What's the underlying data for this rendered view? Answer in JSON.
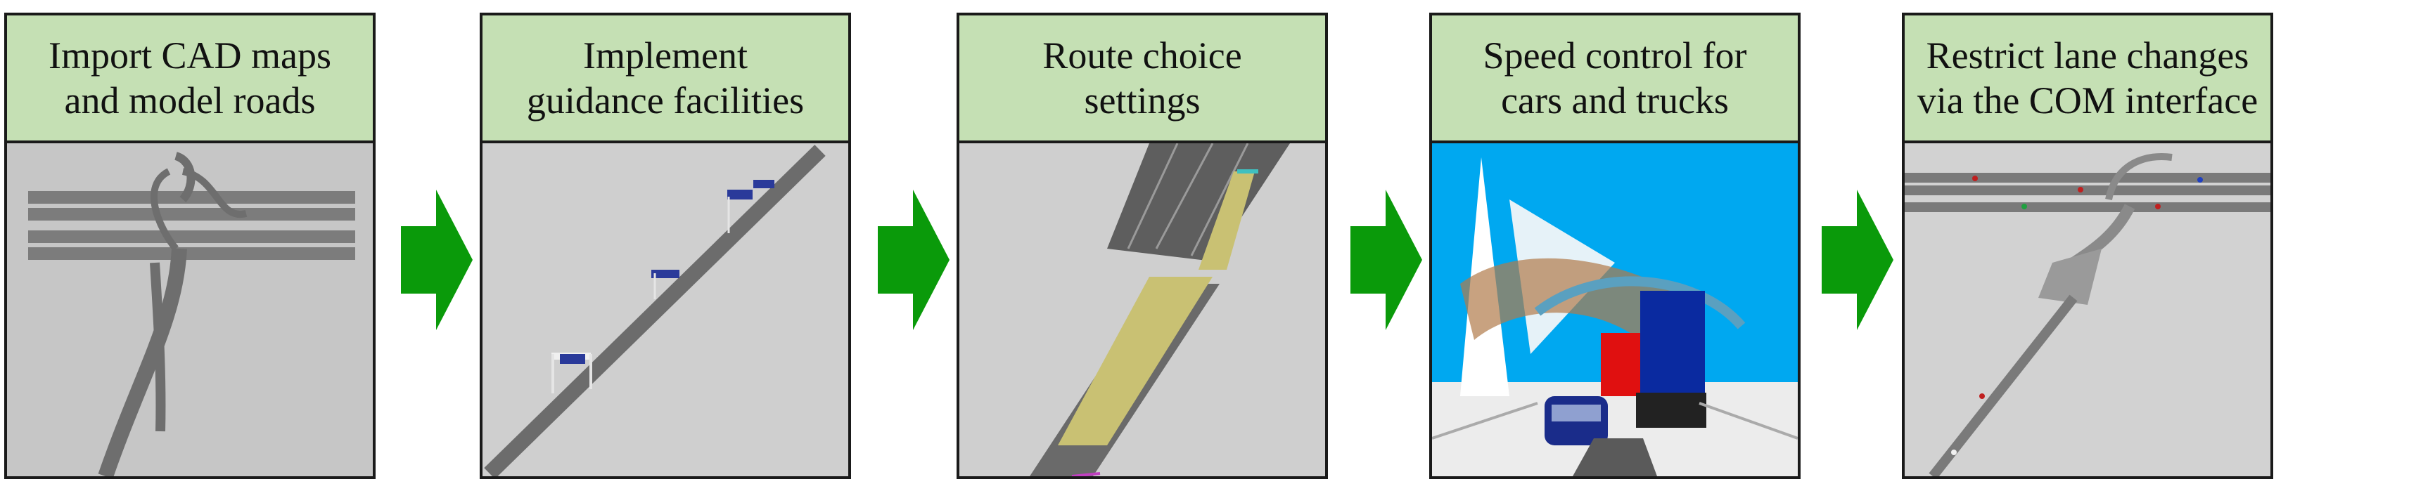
{
  "steps": [
    {
      "line1": "Import CAD maps",
      "line2": "and model roads",
      "image": "cad-road-network-image"
    },
    {
      "line1": "Implement",
      "line2": "guidance facilities",
      "image": "guidance-facilities-image"
    },
    {
      "line1": "Route choice",
      "line2": "settings",
      "image": "route-choice-image"
    },
    {
      "line1": "Speed control for",
      "line2": "cars and trucks",
      "image": "speed-control-3d-image"
    },
    {
      "line1": "Restrict lane changes",
      "line2": "via the COM interface",
      "image": "lane-change-simulation-image"
    }
  ],
  "colors": {
    "header": "#c5e0b4",
    "arrow": "#0a9a0a",
    "border": "#1a1a1a"
  }
}
